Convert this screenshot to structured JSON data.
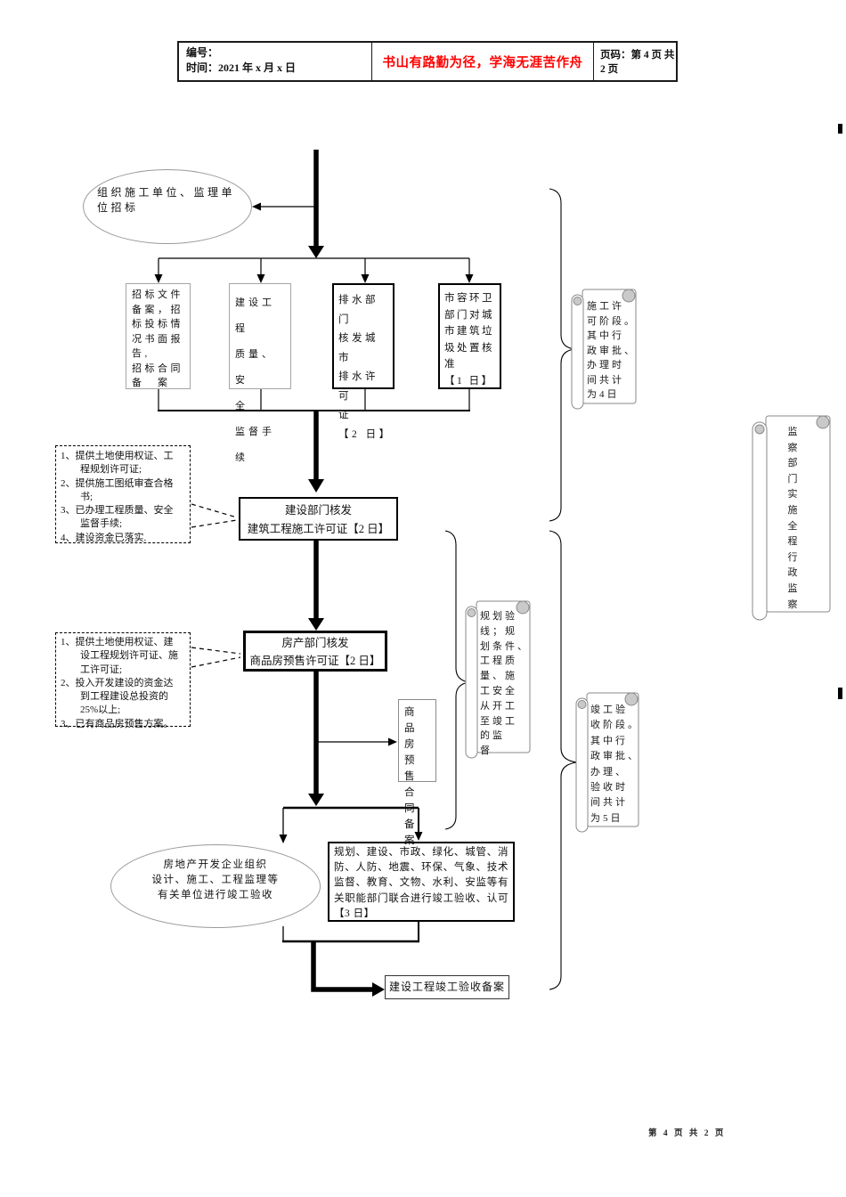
{
  "header": {
    "no_label": "编号：",
    "time_label": "时间：2021 年 x 月 x 日",
    "motto": "书山有路勤为径，学海无涯苦作舟",
    "page_label": "页码：第 4 页  共 2 页"
  },
  "flow": {
    "ellipse_top": "组织施工单位、监理单\n位招标",
    "box_bidding_docs": "招标文件\n备案，招\n标投标情\n况书面报\n告,\n招标合同\n备　案",
    "box_quality_safety": "建设工程\n质量、安\n全\n监督手续",
    "box_drainage": "排水部门\n核发城市\n排水许可\n证\n【2 日】",
    "box_sanitation": "市容环卫\n部门对城\n市建筑垃\n圾处置核\n准\n【1 日】",
    "dashed_conditions_permit": "1、提供土地使用权证、工\n　　程规划许可证;\n2、提供施工图纸审查合格\n　　书;\n3、已办理工程质量、安全\n　　监督手续;\n4、建设资金已落实.",
    "box_construction_permit": "建设部门核发\n建筑工程施工许可证【2 日】",
    "dashed_conditions_presale": "1、提供土地使用权证、建\n　　设工程规划许可证、施\n　　工许可证;\n2、投入开发建设的资金达\n　　到工程建设总投资的\n　　25%以上;\n3、已有商品房预售方案。",
    "box_presale_permit": "房产部门核发\n商品房预售许可证【2 日】",
    "box_presale_contract": "商品房预售合同备案",
    "ellipse_bottom": "房地产开发企业组织\n设计、施工、工程监理等\n有关单位进行竣工验收",
    "box_joint_acceptance": "规划、建设、市政、绿化、城管、消防、人防、地震、环保、气象、技术监督、教育、文物、水利、安监等有关职能部门联合进行竣工验收、认可【3 日】",
    "box_acceptance_filing": "建设工程竣工验收备案"
  },
  "annotations": {
    "scroll_construction_stage": "施工许\n可阶段。\n其中行\n政审批、\n办理时\n间共计\n为4日",
    "scroll_planning_supervision": "规划验\n线；规\n划条件、\n工程质\n量、施\n工安全\n从开工\n至竣工\n的监\n督",
    "scroll_completion_stage": "竣工验\n收阶段。\n其中行\n政审批、\n办理、\n验收时\n间共计\n为5日",
    "scroll_admin_supervision": "监\n察\n部\n门\n实\n施\n全\n程\n行\n政\n监\n察"
  },
  "footer": {
    "page_text": "第 4 页 共 2 页"
  },
  "colors": {
    "accent_red": "#ff0000",
    "line_black": "#000000",
    "shape_gray": "#9a9a9a"
  }
}
